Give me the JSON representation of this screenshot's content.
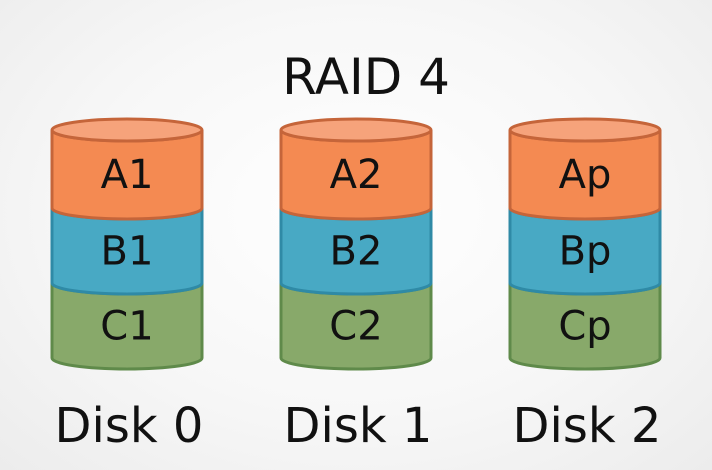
{
  "title": "RAID 4",
  "colors": {
    "segment_a": "#f48a52",
    "segment_b": "#48a9c4",
    "segment_c": "#88a96a",
    "outline_a": "#c5653a",
    "outline_b": "#2f8aa6",
    "outline_c": "#5f8a4a",
    "top_highlight": "#f6a37b"
  },
  "disks": [
    {
      "label": "Disk 0",
      "segments": [
        {
          "row": "A",
          "label": "A1"
        },
        {
          "row": "B",
          "label": "B1"
        },
        {
          "row": "C",
          "label": "C1"
        }
      ]
    },
    {
      "label": "Disk 1",
      "segments": [
        {
          "row": "A",
          "label": "A2"
        },
        {
          "row": "B",
          "label": "B2"
        },
        {
          "row": "C",
          "label": "C2"
        }
      ]
    },
    {
      "label": "Disk 2",
      "segments": [
        {
          "row": "A",
          "label": "Ap"
        },
        {
          "row": "B",
          "label": "Bp"
        },
        {
          "row": "C",
          "label": "Cp"
        }
      ]
    }
  ]
}
